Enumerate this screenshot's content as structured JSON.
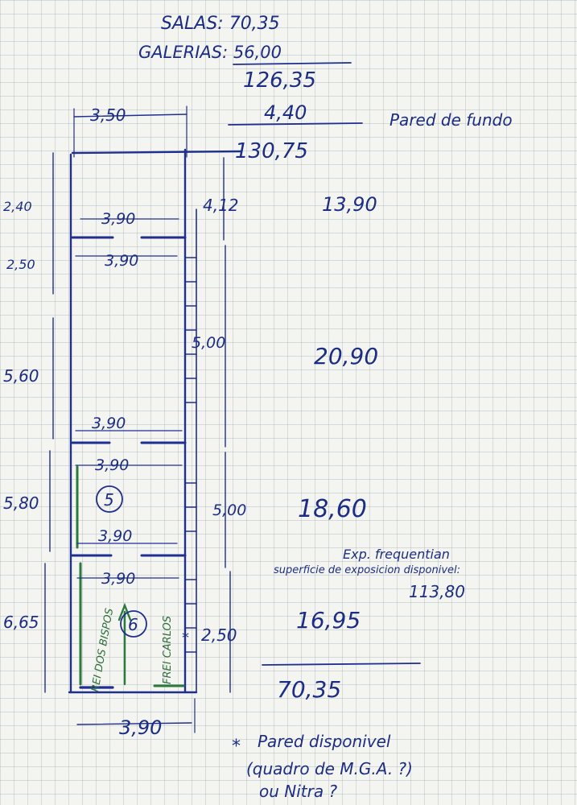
{
  "header": {
    "salas": "SALAS: 70,35",
    "galerias": "GALERIAS: 56,00",
    "sum1": "126,35",
    "add": "4,40",
    "pared_de_fundo": "Pared de fundo",
    "sum2": "130,75"
  },
  "dimensions": {
    "top_width": "3,50",
    "w1": "3,90",
    "w2": "3,90",
    "h_left_1": "2,40",
    "h_left_2": "2,50",
    "h_left_3": "5,60",
    "h_left_4": "5,80",
    "h_left_5": "6,65",
    "h_right_1": "4,12",
    "h_right_2": "5,00",
    "h_right_3": "5,00",
    "h_right_4": "2,50",
    "w3": "3,90",
    "w4": "3,90",
    "w5": "3,90",
    "w6": "3,90",
    "bottom_width": "3,90"
  },
  "areas": {
    "a1": "13,90",
    "a2": "20,90",
    "a3": "18,60",
    "a4": "16,95",
    "total": "70,35"
  },
  "notes": {
    "note_exp1": "Exp. frequentian",
    "note_exp2": "superficie de exposicion disponivel:",
    "note_exp_value": "113,80",
    "footnote_star": "*",
    "footnote_1": "Pared disponivel",
    "footnote_2": "(quadro de M.G.A. ?)",
    "footnote_3": "ou Nitra ?"
  },
  "rooms": {
    "room5": "5",
    "room6": "6"
  },
  "labels": {
    "rei_dos_bispos": "REI DOS BISPOS",
    "frei_carlos": "FREI CARLOS"
  }
}
